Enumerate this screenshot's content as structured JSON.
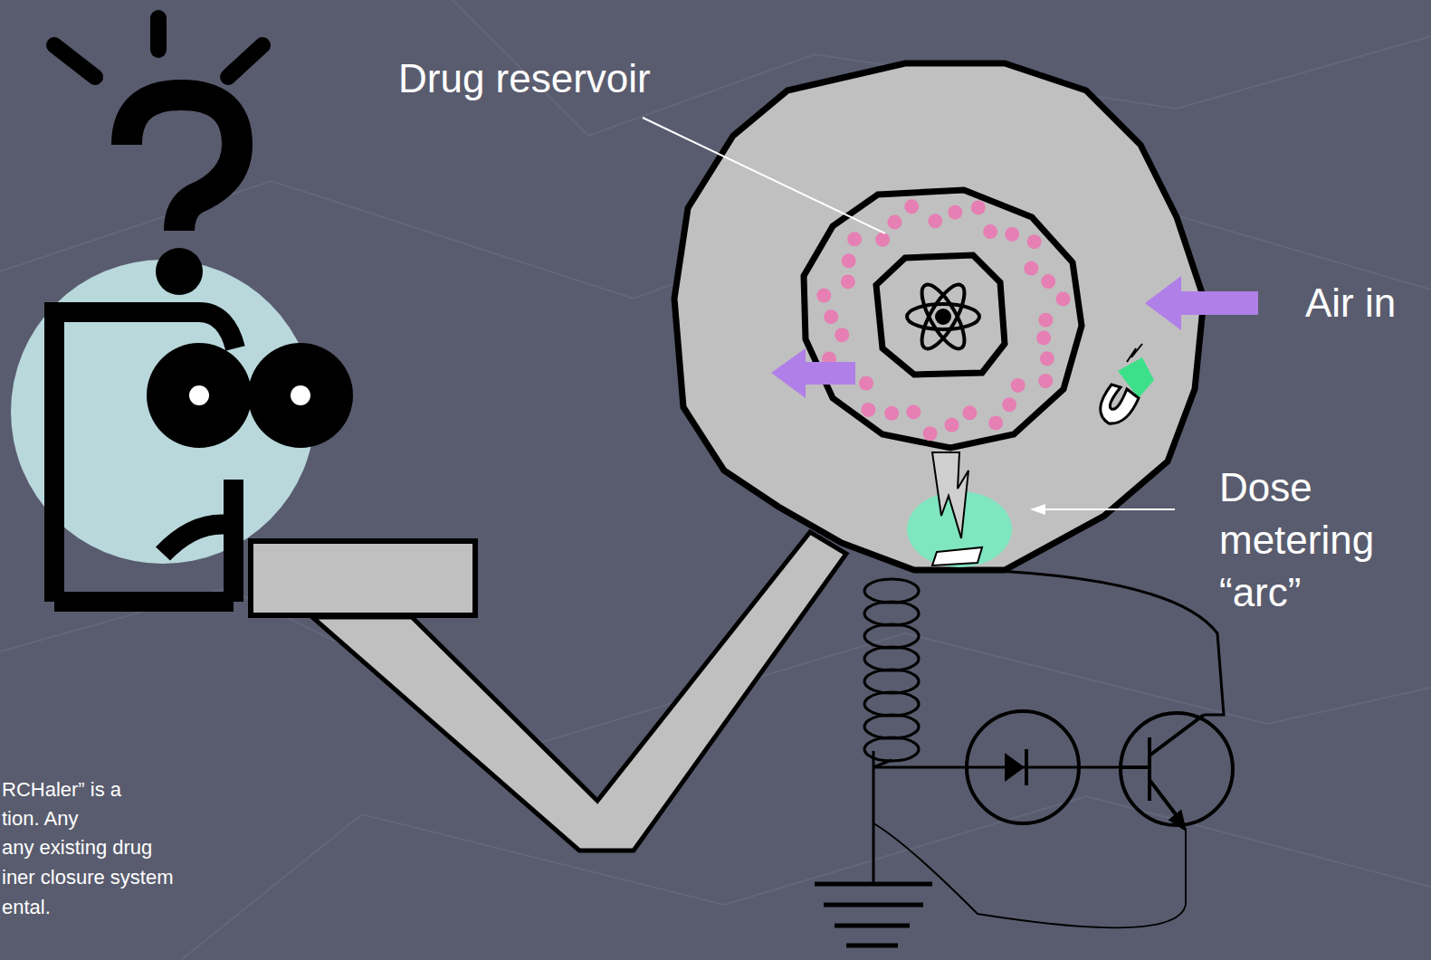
{
  "diagram": {
    "labels": [
      "Drug reservoir",
      "Air in",
      "Dose metering “arc”",
      "RCHaler” is a",
      "tion.  Any",
      "any existing drug",
      "iner closure system",
      "ental."
    ]
  }
}
